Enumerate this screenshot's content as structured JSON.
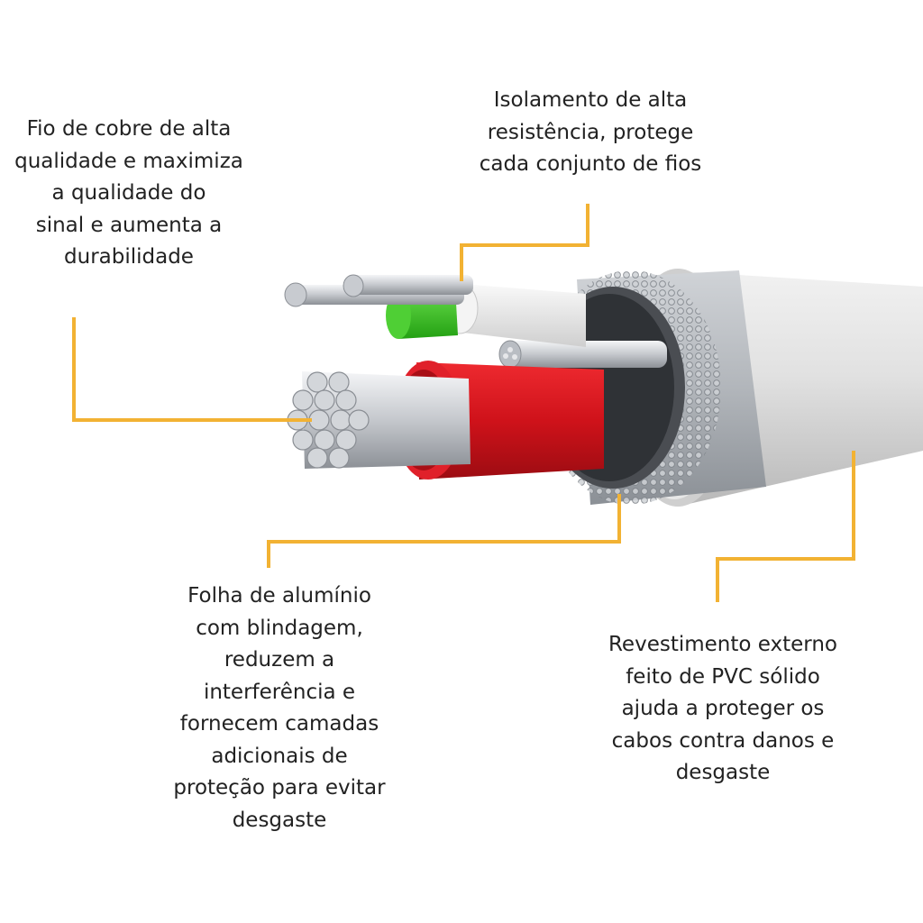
{
  "labels": {
    "copper_wire": {
      "lines": [
        "Fio de cobre de alta",
        "qualidade e maximiza",
        "a qualidade do",
        "sinal e aumenta a",
        "durabilidade"
      ]
    },
    "insulation": {
      "lines": [
        "Isolamento de alta",
        "resistência, protege",
        "cada conjunto de fios"
      ]
    },
    "aluminum_foil": {
      "lines": [
        "Folha de alumínio",
        "com blindagem,",
        "reduzem a",
        "interferência e",
        "fornecem camadas",
        "adicionais de",
        "proteção para evitar",
        "desgaste"
      ]
    },
    "pvc_jacket": {
      "lines": [
        "Revestimento externo",
        "feito de PVC sólido",
        "ajuda a proteger os",
        "cabos contra danos e",
        "desgaste"
      ]
    }
  },
  "colors": {
    "leader_line": "#F2B233",
    "text": "#222222",
    "red_insulation": "#D6141C",
    "green_insulation": "#34C21E",
    "jacket": "#E2E2E2",
    "copper_strand": "#C4C7CC",
    "braid": "#A9ADB3"
  }
}
